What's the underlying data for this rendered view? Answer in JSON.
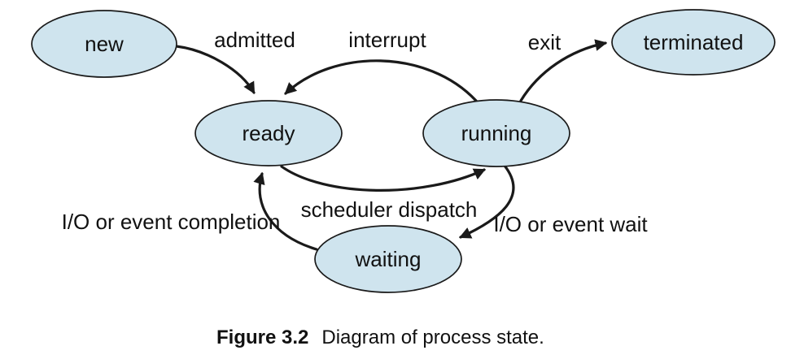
{
  "diagram": {
    "title": "process state diagram",
    "states": {
      "new": "new",
      "ready": "ready",
      "running": "running",
      "waiting": "waiting",
      "terminated": "terminated"
    },
    "edges": {
      "admitted": "admitted",
      "interrupt": "interrupt",
      "exit": "exit",
      "scheduler_dispatch": "scheduler dispatch",
      "io_wait": "I/O or event wait",
      "io_completion": "I/O or event completion"
    },
    "colors": {
      "state_fill": "#cfe4ee",
      "stroke": "#1a1a1a"
    }
  },
  "caption": {
    "label": "Figure 3.2",
    "text": "Diagram of process state."
  }
}
